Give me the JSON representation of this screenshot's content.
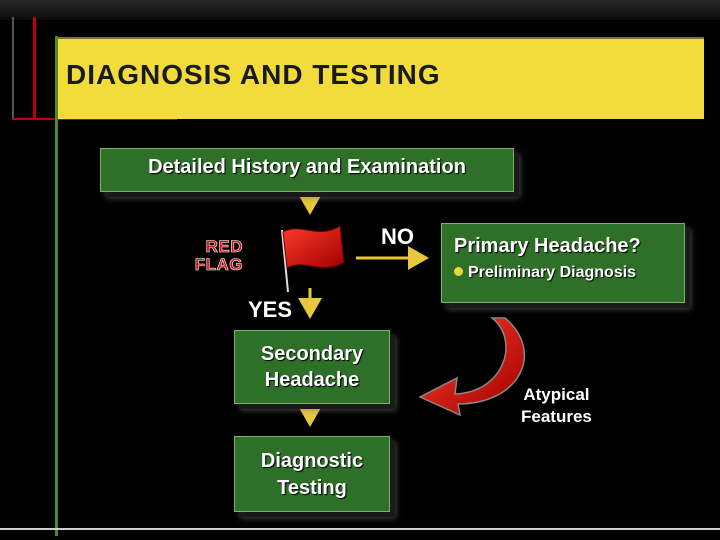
{
  "title": "DIAGNOSIS AND TESTING",
  "boxes": {
    "history": "Detailed History and Examination",
    "primary_title": "Primary Headache?",
    "primary_bullet": "Preliminary Diagnosis",
    "secondary_line1": "Secondary",
    "secondary_line2": "Headache",
    "testing_line1": "Diagnostic",
    "testing_line2": "Testing"
  },
  "labels": {
    "red_flag_line1": "RED",
    "red_flag_line2": "FLAG",
    "yes": "YES",
    "no": "NO",
    "atypical_line1": "Atypical",
    "atypical_line2": "Features"
  },
  "colors": {
    "title_bar": "#f2dc3c",
    "box_green": "#2e7028",
    "arrow_yellow": "#e8c83a",
    "flag_red": "#d01010"
  },
  "icons": [
    "red-flag-icon",
    "curved-arrow-icon"
  ]
}
